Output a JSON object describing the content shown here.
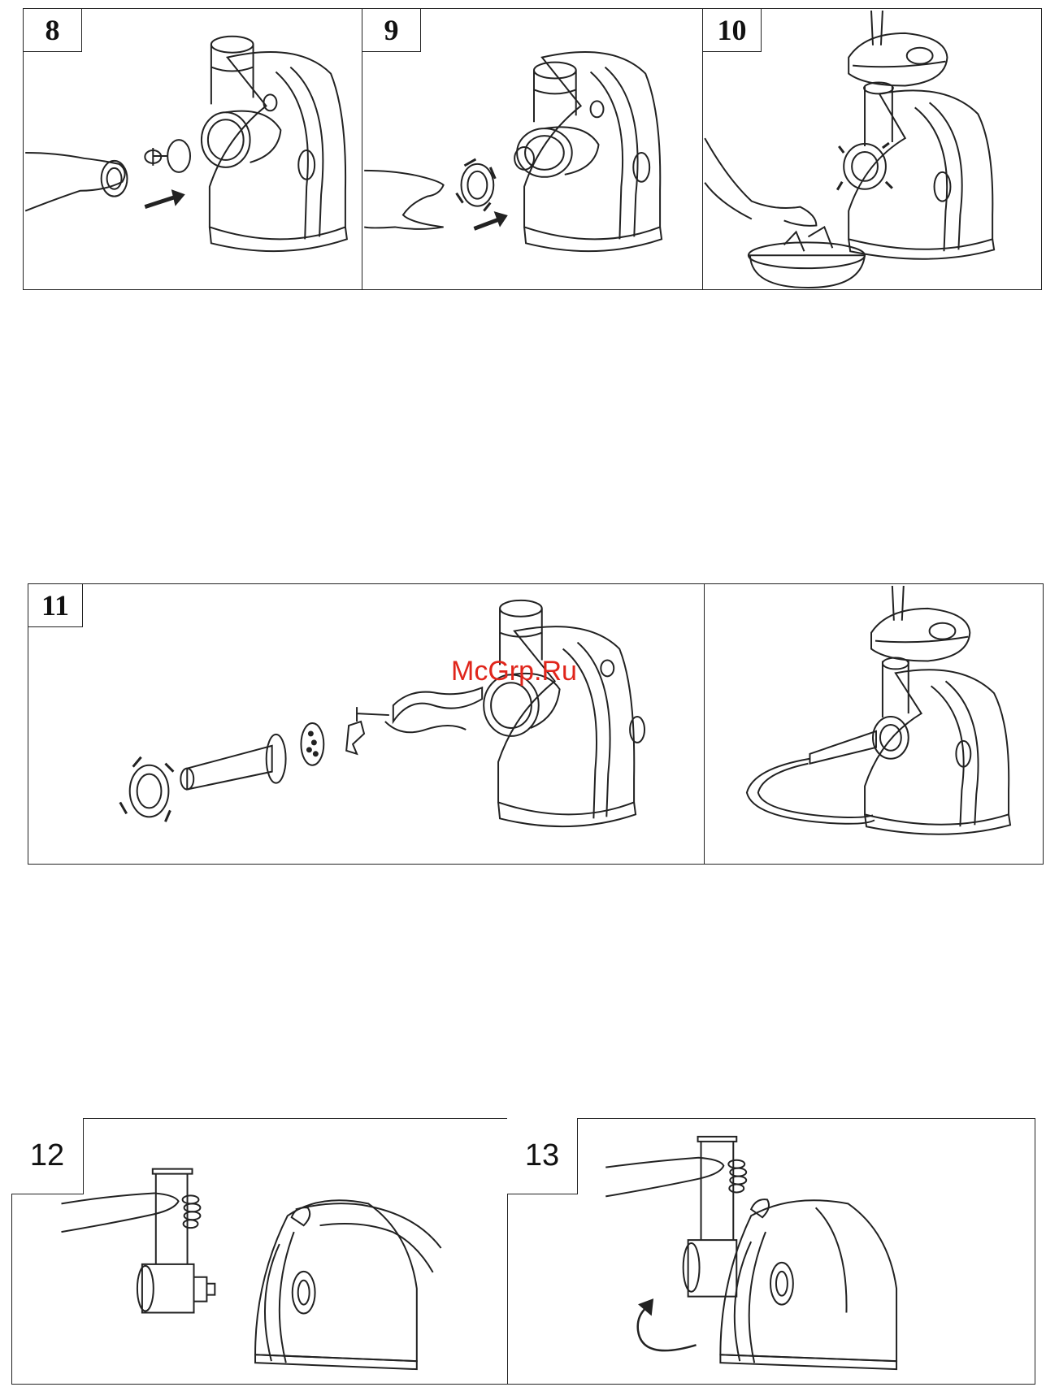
{
  "steps": [
    {
      "number": "8"
    },
    {
      "number": "9"
    },
    {
      "number": "10"
    },
    {
      "number": "11"
    },
    {
      "number": "12"
    },
    {
      "number": "13"
    }
  ],
  "watermark": "McGrp.Ru",
  "colors": {
    "line": "#222222",
    "watermark": "#e0251b"
  },
  "icons": [
    "meat-grinder-icon",
    "hand-icon",
    "arrow-icon",
    "bowl-icon",
    "food-tray-icon",
    "locking-ring-icon",
    "sausage-nozzle-icon",
    "cutting-disc-icon",
    "blade-icon",
    "auger-icon",
    "sausage-icon",
    "vegetable-slicer-icon",
    "rotate-arrow-icon"
  ]
}
